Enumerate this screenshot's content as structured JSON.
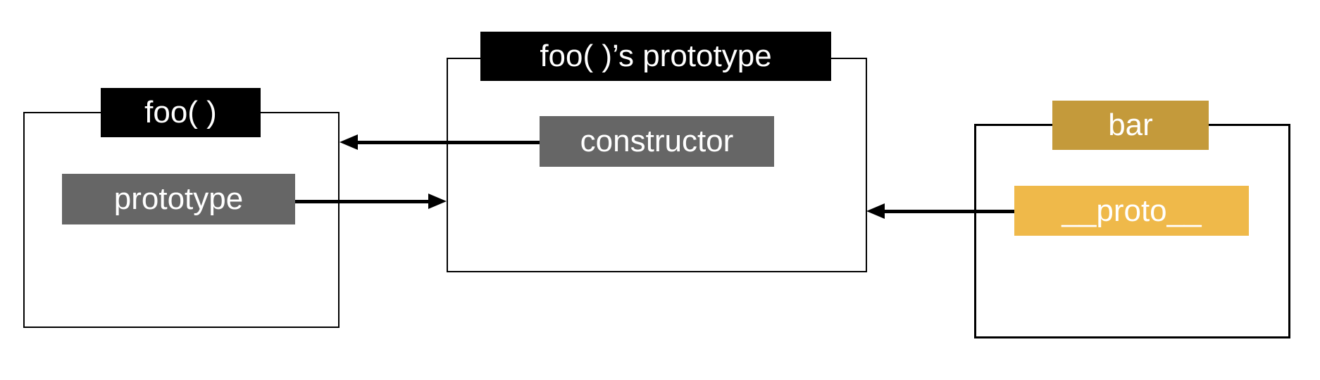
{
  "colors": {
    "background": "#FFFFFF",
    "title_tab_black": "#000000",
    "property_gray": "#666666",
    "bar_title_gold": "#C49A3B",
    "proto_amber": "#EFB94A",
    "text_white": "#FFFFFF",
    "arrow_black": "#000000"
  },
  "nodes": {
    "foo": {
      "title": "foo( )",
      "properties": [
        {
          "label": "prototype"
        }
      ]
    },
    "foo_prototype": {
      "title": "foo( )’s prototype",
      "properties": [
        {
          "label": "constructor"
        }
      ]
    },
    "bar": {
      "title": "bar",
      "properties": [
        {
          "label": "__proto__"
        }
      ]
    }
  },
  "arrows": [
    {
      "from": "constructor",
      "to": "foo( )",
      "direction": "left"
    },
    {
      "from": "prototype",
      "to": "foo( )’s prototype",
      "direction": "right"
    },
    {
      "from": "__proto__",
      "to": "foo( )’s prototype",
      "direction": "left"
    }
  ]
}
